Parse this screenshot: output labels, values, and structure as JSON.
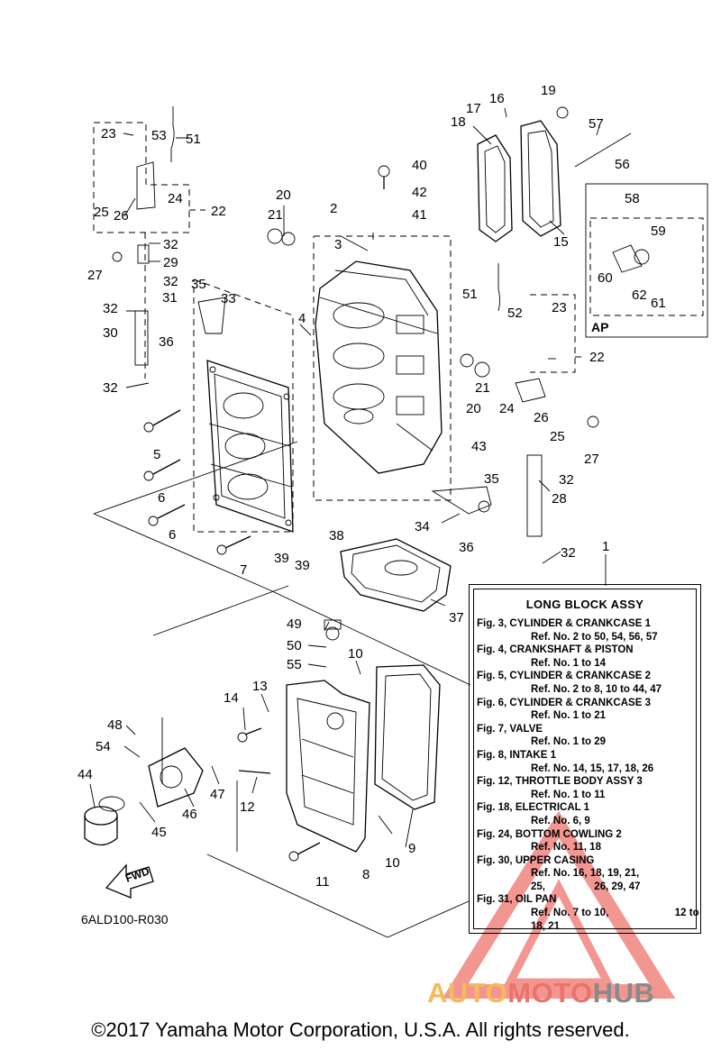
{
  "diagram_code": "6ALD100-R030",
  "fwd_label": "FWD",
  "ap_label": "AP",
  "callouts": [
    "1",
    "2",
    "3",
    "4",
    "5",
    "6",
    "6",
    "7",
    "8",
    "9",
    "10",
    "10",
    "11",
    "12",
    "13",
    "14",
    "15",
    "16",
    "17",
    "18",
    "19",
    "20",
    "20",
    "21",
    "21",
    "22",
    "22",
    "23",
    "23",
    "24",
    "24",
    "25",
    "25",
    "26",
    "26",
    "27",
    "27",
    "28",
    "29",
    "30",
    "31",
    "32",
    "32",
    "32",
    "32",
    "32",
    "32",
    "33",
    "34",
    "35",
    "35",
    "36",
    "36",
    "37",
    "38",
    "39",
    "39",
    "40",
    "41",
    "42",
    "43",
    "44",
    "45",
    "46",
    "47",
    "48",
    "49",
    "50",
    "51",
    "51",
    "52",
    "53",
    "54",
    "55",
    "56",
    "57",
    "58",
    "59",
    "60",
    "61",
    "62"
  ],
  "legend": {
    "title": "LONG BLOCK ASSY",
    "entries": [
      {
        "fig": "Fig. 3, CYLINDER & CRANKCASE 1",
        "ref": "Ref. No. 2 to 50, 54, 56, 57"
      },
      {
        "fig": "Fig. 4, CRANKSHAFT & PISTON",
        "ref": "Ref. No. 1 to 14"
      },
      {
        "fig": "Fig. 5, CYLINDER & CRANKCASE 2",
        "ref": "Ref. No. 2 to 8, 10 to 44, 47"
      },
      {
        "fig": "Fig. 6, CYLINDER & CRANKCASE 3",
        "ref": "Ref. No. 1 to 21"
      },
      {
        "fig": "Fig. 7, VALVE",
        "ref": "Ref. No. 1 to 29"
      },
      {
        "fig": "Fig. 8, INTAKE 1",
        "ref": "Ref. No. 14, 15, 17, 18, 26"
      },
      {
        "fig": "Fig. 12, THROTTLE BODY ASSY 3",
        "ref": "Ref. No. 1 to 11"
      },
      {
        "fig": "Fig. 18, ELECTRICAL 1",
        "ref": "Ref. No. 6, 9"
      },
      {
        "fig": "Fig. 24, BOTTOM COWLING 2",
        "ref": "Ref. No. 11, 18"
      },
      {
        "fig": "Fig. 30, UPPER CASING",
        "ref": "Ref. No. 16, 18, 19, 21, 25,                 26, 29, 47"
      },
      {
        "fig": "Fig. 31, OIL PAN",
        "ref": "Ref. No. 7 to 10,                       12 to 18, 21"
      }
    ]
  },
  "watermark": {
    "part1": "AUTO",
    "part2": "MOTO",
    "part3": "HUB",
    "colors": {
      "auto": "#f7b95a",
      "moto": "#ec7368",
      "hub": "#8a8a8a",
      "triangle": "#e8413a"
    }
  },
  "copyright": "©2017 Yamaha Motor Corporation, U.S.A. All rights reserved."
}
